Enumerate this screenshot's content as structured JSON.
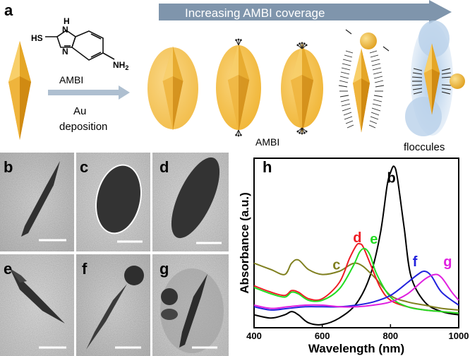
{
  "panel_a": {
    "panel_label": "a",
    "banner_text": "Increasing AMBI coverage",
    "molecule": {
      "sh": "HS",
      "nh_h": "H",
      "nh_n": "N",
      "n": "N",
      "nh2": "NH",
      "nh2_sub": "2"
    },
    "arrow_top": "AMBI",
    "arrow_bottom_1": "Au",
    "arrow_bottom_2": "deposition",
    "ambi_label": "AMBI",
    "floccules_label": "floccules",
    "colors": {
      "gold": "#f2b632",
      "gold_dark": "#d99a1e",
      "banner": "#7f95ac",
      "halo": "#a9c8e6"
    }
  },
  "tem_panels": [
    {
      "label": "b"
    },
    {
      "label": "c"
    },
    {
      "label": "d"
    },
    {
      "label": "e"
    },
    {
      "label": "f"
    },
    {
      "label": "g"
    }
  ],
  "chart_data": {
    "type": "line",
    "panel_label": "h",
    "xlabel": "Wavelength (nm)",
    "ylabel": "Absorbance (a.u.)",
    "xlim": [
      400,
      1000
    ],
    "ylim": [
      0,
      1.05
    ],
    "xticks": [
      400,
      600,
      800,
      1000
    ],
    "grid": false,
    "series": [
      {
        "name": "b",
        "color": "#000000",
        "label_color": "#000000",
        "x": [
          400,
          450,
          490,
          510,
          530,
          560,
          600,
          650,
          700,
          740,
          770,
          790,
          800,
          810,
          820,
          840,
          860,
          900,
          950,
          1000
        ],
        "y": [
          0.08,
          0.06,
          0.08,
          0.1,
          0.08,
          0.03,
          0.02,
          0.06,
          0.15,
          0.32,
          0.58,
          0.88,
          0.96,
          1.0,
          0.93,
          0.62,
          0.32,
          0.16,
          0.1,
          0.08
        ]
      },
      {
        "name": "c",
        "color": "#808020",
        "label_color": "#808020",
        "x": [
          400,
          450,
          490,
          510,
          530,
          560,
          600,
          650,
          700,
          750,
          800,
          850,
          900,
          950,
          1000
        ],
        "y": [
          0.4,
          0.36,
          0.33,
          0.4,
          0.42,
          0.36,
          0.33,
          0.35,
          0.4,
          0.32,
          0.2,
          0.16,
          0.14,
          0.12,
          0.11
        ]
      },
      {
        "name": "d",
        "color": "#ee1c24",
        "label_color": "#ee1c24",
        "x": [
          400,
          450,
          490,
          510,
          530,
          560,
          600,
          650,
          680,
          700,
          710,
          720,
          740,
          770,
          800,
          850,
          900,
          950,
          1000
        ],
        "y": [
          0.26,
          0.22,
          0.2,
          0.23,
          0.22,
          0.18,
          0.18,
          0.28,
          0.43,
          0.51,
          0.52,
          0.5,
          0.4,
          0.25,
          0.17,
          0.13,
          0.11,
          0.1,
          0.09
        ]
      },
      {
        "name": "e",
        "color": "#22dd22",
        "label_color": "#22dd22",
        "x": [
          400,
          450,
          490,
          510,
          530,
          560,
          600,
          650,
          690,
          710,
          725,
          740,
          760,
          800,
          850,
          900,
          950,
          1000
        ],
        "y": [
          0.25,
          0.21,
          0.19,
          0.22,
          0.21,
          0.17,
          0.17,
          0.24,
          0.38,
          0.47,
          0.49,
          0.45,
          0.33,
          0.19,
          0.13,
          0.11,
          0.1,
          0.09
        ]
      },
      {
        "name": "f",
        "color": "#2222dd",
        "label_color": "#2222dd",
        "x": [
          400,
          450,
          500,
          550,
          600,
          650,
          700,
          750,
          800,
          850,
          880,
          900,
          920,
          950,
          1000
        ],
        "y": [
          0.13,
          0.11,
          0.12,
          0.13,
          0.13,
          0.13,
          0.14,
          0.16,
          0.2,
          0.28,
          0.33,
          0.35,
          0.32,
          0.22,
          0.14
        ]
      },
      {
        "name": "g",
        "color": "#e020e0",
        "label_color": "#e020e0",
        "x": [
          400,
          450,
          500,
          550,
          600,
          650,
          700,
          750,
          800,
          850,
          900,
          930,
          950,
          980,
          1000
        ],
        "y": [
          0.14,
          0.12,
          0.13,
          0.14,
          0.14,
          0.13,
          0.13,
          0.14,
          0.16,
          0.21,
          0.3,
          0.33,
          0.31,
          0.22,
          0.17
        ]
      }
    ],
    "series_label_values": [
      {
        "name": "b",
        "x": 790,
        "y": 0.9
      },
      {
        "name": "c",
        "x": 630,
        "y": 0.36
      },
      {
        "name": "d",
        "x": 690,
        "y": 0.53
      },
      {
        "name": "e",
        "x": 740,
        "y": 0.52
      },
      {
        "name": "f",
        "x": 865,
        "y": 0.38
      },
      {
        "name": "g",
        "x": 955,
        "y": 0.38
      }
    ]
  }
}
